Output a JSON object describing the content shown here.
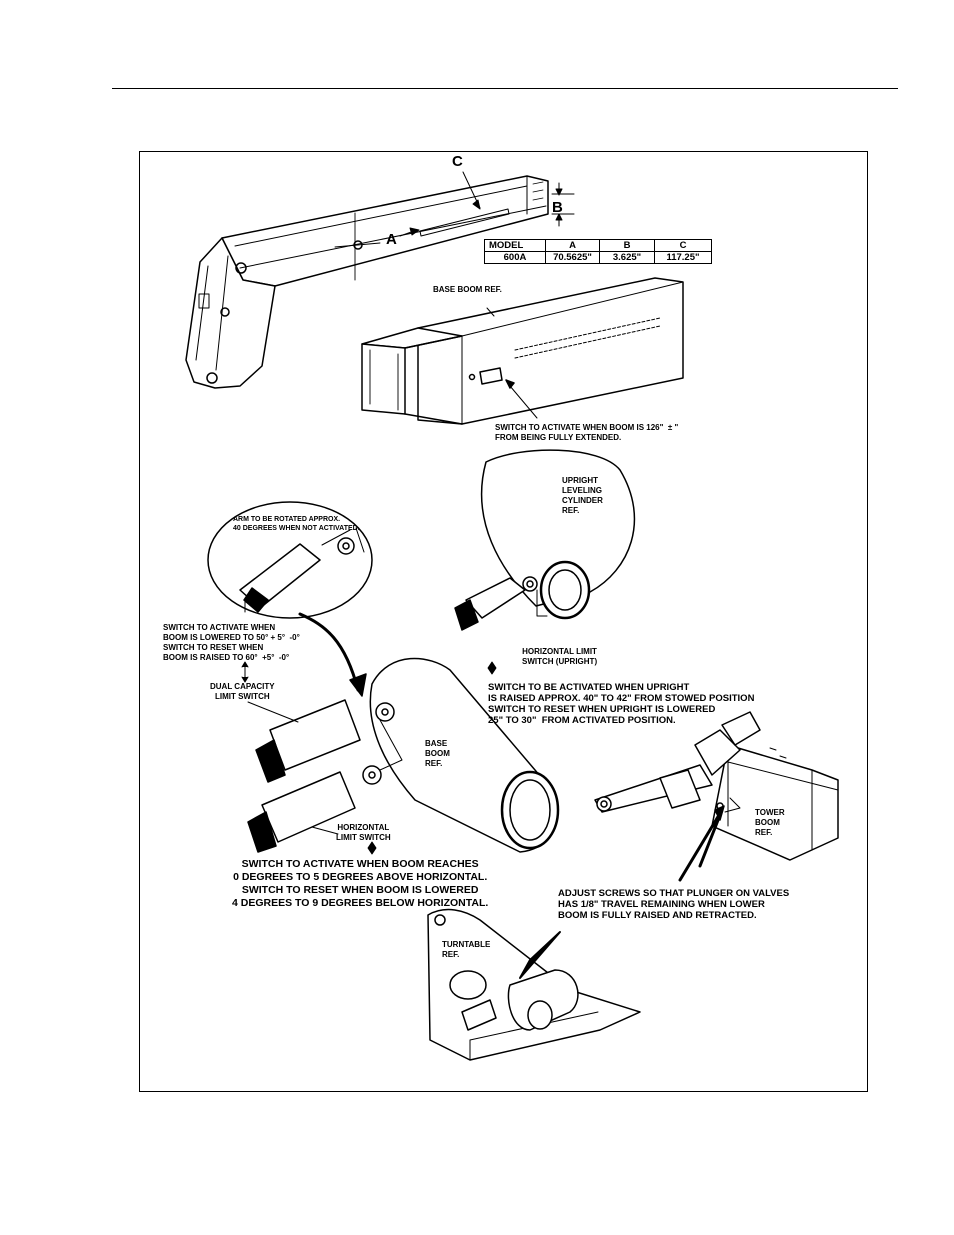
{
  "labels": {
    "c": "C",
    "b": "B",
    "a": "A",
    "base_boom_ref": "BASE BOOM REF.",
    "switch_126": "SWITCH TO ACTIVATE WHEN BOOM IS 126\"  ± \"\nFROM BEING FULLY EXTENDED.",
    "upright_leveling": "UPRIGHT\nLEVELING\nCYLINDER\nREF.",
    "arm_rotated": "ARM TO BE ROTATED APPROX.\n40 DEGREES WHEN NOT ACTIVATED.",
    "switch_50": "SWITCH TO ACTIVATE WHEN\nBOOM IS LOWERED TO 50° + 5°  -0°\nSWITCH TO RESET WHEN\nBOOM IS RAISED TO 60°  +5°  -0°",
    "horizontal_upright": "HORIZONTAL LIMIT\nSWITCH (UPRIGHT)",
    "switch_upright": "SWITCH TO BE ACTIVATED WHEN UPRIGHT\nIS RAISED APPROX. 40\" TO 42\" FROM STOWED POSITION\nSWITCH TO RESET WHEN UPRIGHT IS LOWERED\n25\" TO 30\"  FROM ACTIVATED POSITION.",
    "dual_capacity": "DUAL CAPACITY\nLIMIT SWITCH",
    "base_boom_ref2": "BASE\nBOOM\nREF.",
    "tower_boom_ref": "TOWER\nBOOM\nREF.",
    "horizontal_limit": "HORIZONTAL\nLIMIT SWITCH",
    "switch_horizontal": "SWITCH TO ACTIVATE WHEN BOOM REACHES\n0 DEGREES TO 5 DEGREES ABOVE HORIZONTAL.\nSWITCH TO RESET WHEN BOOM IS LOWERED\n4 DEGREES TO 9 DEGREES BELOW HORIZONTAL.",
    "adjust_screws": "ADJUST SCREWS SO THAT PLUNGER ON VALVES\nHAS 1/8\" TRAVEL REMAINING WHEN LOWER\nBOOM IS FULLY RAISED AND RETRACTED.",
    "turntable_ref": "TURNTABLE\nREF."
  },
  "spec_table": {
    "headers": [
      "MODEL",
      "A",
      "B",
      "C"
    ],
    "rows": [
      [
        "600A",
        "70.5625\"",
        "3.625\"",
        "117.25\""
      ]
    ]
  }
}
